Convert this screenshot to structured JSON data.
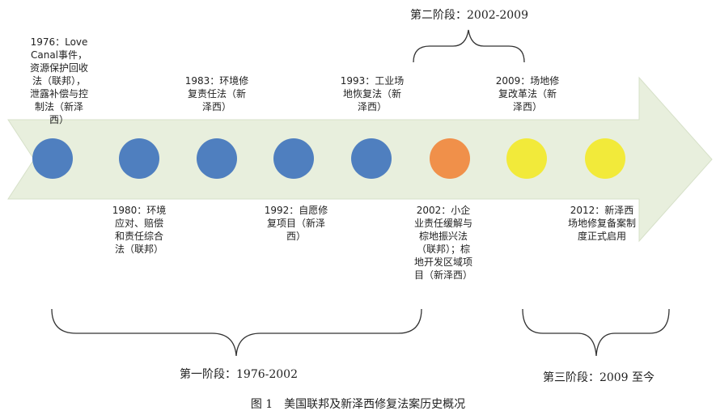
{
  "colors": {
    "arrow_fill": "#e8efdd",
    "arrow_edge": "#d6e0c8",
    "dot_blue": "#4f7fbf",
    "dot_orange": "#f0904a",
    "dot_yellow": "#f2ea3a"
  },
  "events": [
    {
      "id": "e1976",
      "text": "1976：Love Canal事件，资源保护回收法（联邦），泄露补偿与控制法（新泽西）",
      "color": "blue"
    },
    {
      "id": "e1980",
      "text": "1980：环境应对、赔偿和责任综合法（联邦）",
      "color": "blue"
    },
    {
      "id": "e1983",
      "text": "1983：环境修复责任法（新泽西）",
      "color": "blue"
    },
    {
      "id": "e1992",
      "text": "1992：自愿修复项目（新泽西）",
      "color": "blue"
    },
    {
      "id": "e1993",
      "text": "1993：工业场地恢复法（新泽西）",
      "color": "blue"
    },
    {
      "id": "e2002",
      "text": "2002：小企业责任缓解与棕地振兴法（联邦）；棕地开发区域项目（新泽西）",
      "color": "orange"
    },
    {
      "id": "e2009",
      "text": "2009：场地修复改革法（新泽西）",
      "color": "yellow"
    },
    {
      "id": "e2012",
      "text": "2012：新泽西场地修复备案制度正式启用",
      "color": "yellow"
    }
  ],
  "phases": {
    "phase1": "第一阶段：1976-2002",
    "phase2": "第二阶段：2002-2009",
    "phase3": "第三阶段：2009 至今"
  },
  "caption": "图 1　美国联邦及新泽西修复法案历史概况"
}
